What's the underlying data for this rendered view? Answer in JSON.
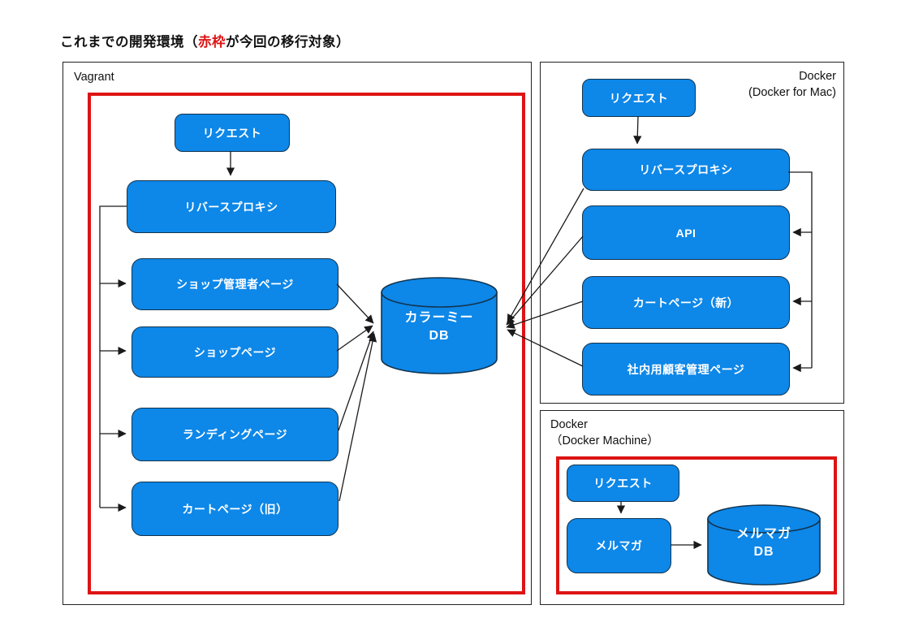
{
  "title": {
    "prefix": "これまでの開発環境（",
    "highlight": "赤枠",
    "suffix": "が今回の移行対象）"
  },
  "colors": {
    "box-fill": "#0d87e8",
    "box-border": "#13344e",
    "frame-red": "#dd1414",
    "line": "#1a1a1a"
  },
  "vagrant": {
    "label": "Vagrant",
    "nodes": {
      "request": "リクエスト",
      "reverse_proxy": "リバースプロキシ",
      "shop_admin": "ショップ管理者ページ",
      "shop": "ショップページ",
      "landing": "ランディングページ",
      "cart_old": "カートページ（旧）"
    },
    "db": {
      "line1": "カラーミー",
      "line2": "DB"
    }
  },
  "docker_mac": {
    "label_line1": "Docker",
    "label_line2": "(Docker for Mac)",
    "nodes": {
      "request": "リクエスト",
      "reverse_proxy": "リバースプロキシ",
      "api": "API",
      "cart_new": "カートページ（新）",
      "internal_crm": "社内用顧客管理ページ"
    }
  },
  "docker_machine": {
    "label_line1": "Docker",
    "label_line2": "（Docker Machine）",
    "nodes": {
      "request": "リクエスト",
      "mailmag": "メルマガ"
    },
    "db": {
      "line1": "メルマガ",
      "line2": "DB"
    }
  }
}
